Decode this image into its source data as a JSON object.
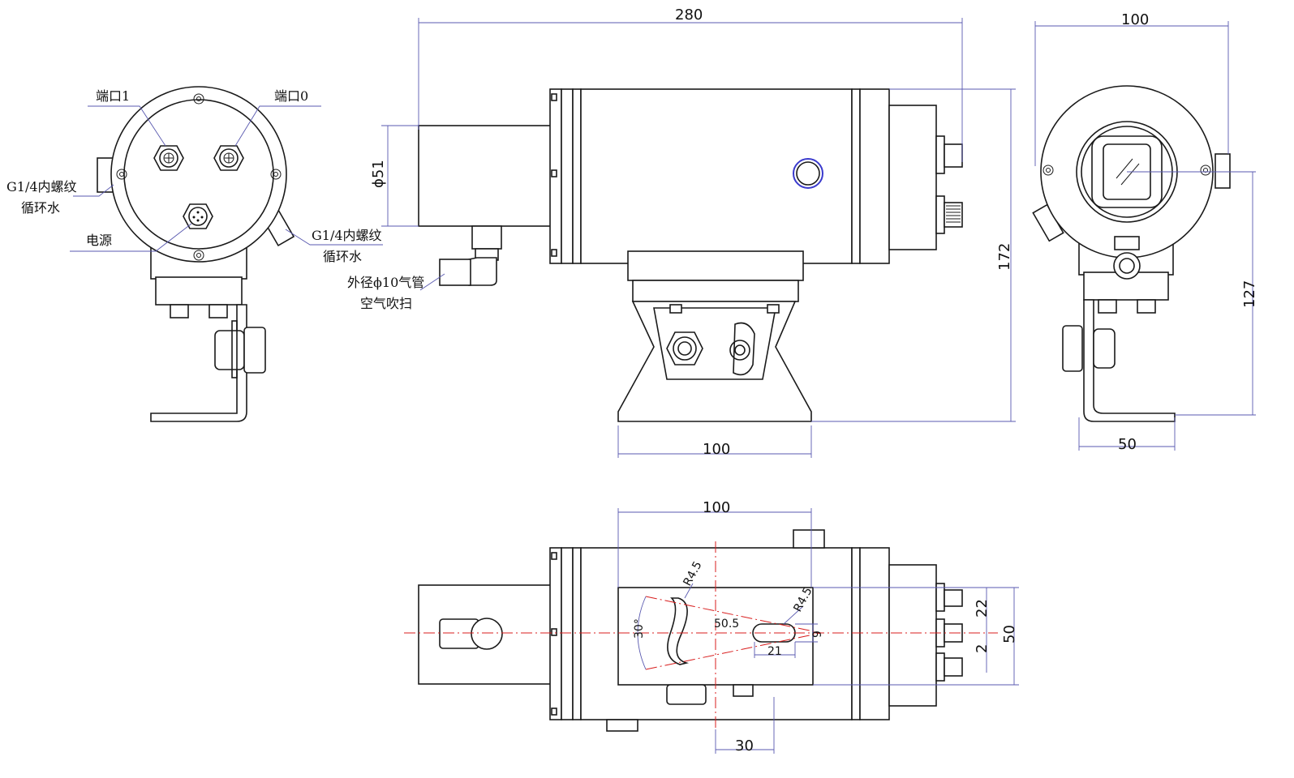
{
  "labels": {
    "port1": "端口1",
    "port0": "端口0",
    "thread_left_1": "G1/4内螺纹",
    "thread_left_2": "循环水",
    "power": "电源",
    "thread_right_1": "G1/4内螺纹",
    "thread_right_2": "循环水",
    "air_1": "外径ϕ10气管",
    "air_2": "空气吹扫"
  },
  "dimensions": {
    "overall_length": "280",
    "front_width": "100",
    "lens_dia": "ϕ51",
    "height": "172",
    "side_height": "127",
    "base_width": "100",
    "side_base": "50",
    "top_width": "100",
    "slot_r_left": "R4.5",
    "slot_r_right": "R4.5",
    "angle": "30°",
    "center_dist": "50.5",
    "slot_w": "9",
    "slot_len": "21",
    "off_22": "22",
    "off_2": "2",
    "off_50": "50",
    "bottom_30": "30"
  },
  "colors": {
    "outline": "#1a1a1a",
    "dimension": "#5a5ab0",
    "centerline": "#d81c1c",
    "lens_ring": "#3a3acd"
  }
}
